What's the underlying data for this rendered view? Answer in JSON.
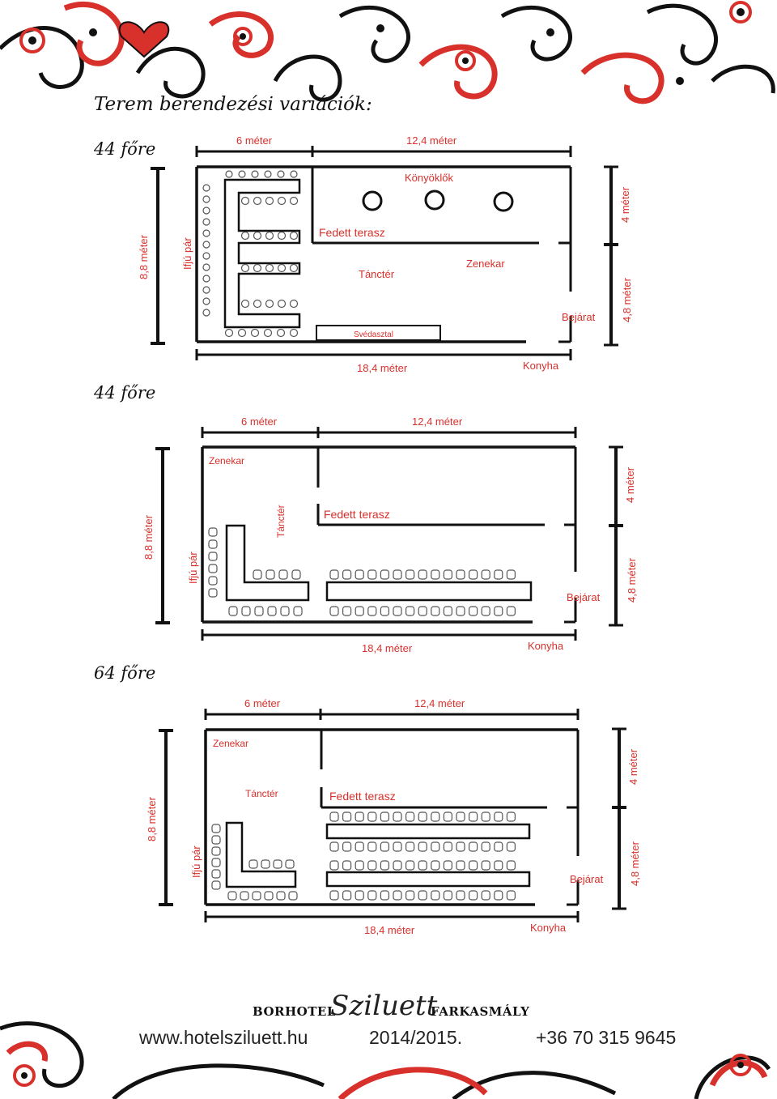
{
  "title": "Terem berendezési variációk:",
  "plans": [
    {
      "label": "44 főre",
      "dims": {
        "top_left": "6 méter",
        "top_right": "12,4 méter",
        "left": "8,8 méter",
        "right_top": "4 méter",
        "right_bottom": "4,8 méter",
        "bottom": "18,4 méter"
      },
      "labels": {
        "konyoklok": "Könyöklők",
        "fedett": "Fedett terasz",
        "tancter": "Tánctér",
        "zenekar": "Zenekar",
        "ifju": "Ifjú pár",
        "bejarat": "Bejárat",
        "konyha": "Konyha",
        "svedasztal": "Svédasztal"
      }
    },
    {
      "label": "44 főre",
      "dims": {
        "top_left": "6 méter",
        "top_right": "12,4 méter",
        "left": "8,8 méter",
        "right_top": "4 méter",
        "right_bottom": "4,8 méter",
        "bottom": "18,4 méter"
      },
      "labels": {
        "zenekar": "Zenekar",
        "tancter": "Tánctér",
        "fedett": "Fedett terasz",
        "ifju": "Ifjú pár",
        "bejarat": "Bejárat",
        "konyha": "Konyha"
      }
    },
    {
      "label": "64 főre",
      "dims": {
        "top_left": "6 méter",
        "top_right": "12,4 méter",
        "left": "8,8 méter",
        "right_top": "4 méter",
        "right_bottom": "4,8 méter",
        "bottom": "18,4 méter"
      },
      "labels": {
        "zenekar": "Zenekar",
        "tancter": "Tánctér",
        "fedett": "Fedett terasz",
        "ifju": "Ifjú pár",
        "bejarat": "Bejárat",
        "konyha": "Konyha"
      }
    }
  ],
  "footer": {
    "brand_left": "BORHOTEL",
    "brand_script": "Sziluett",
    "brand_right": "FARKASMÁLY",
    "website": "www.hotelsziluett.hu",
    "season": "2014/2015.",
    "phone": "+36 70 315 9645"
  },
  "colors": {
    "accent": "#d8302b",
    "ink": "#111111"
  }
}
